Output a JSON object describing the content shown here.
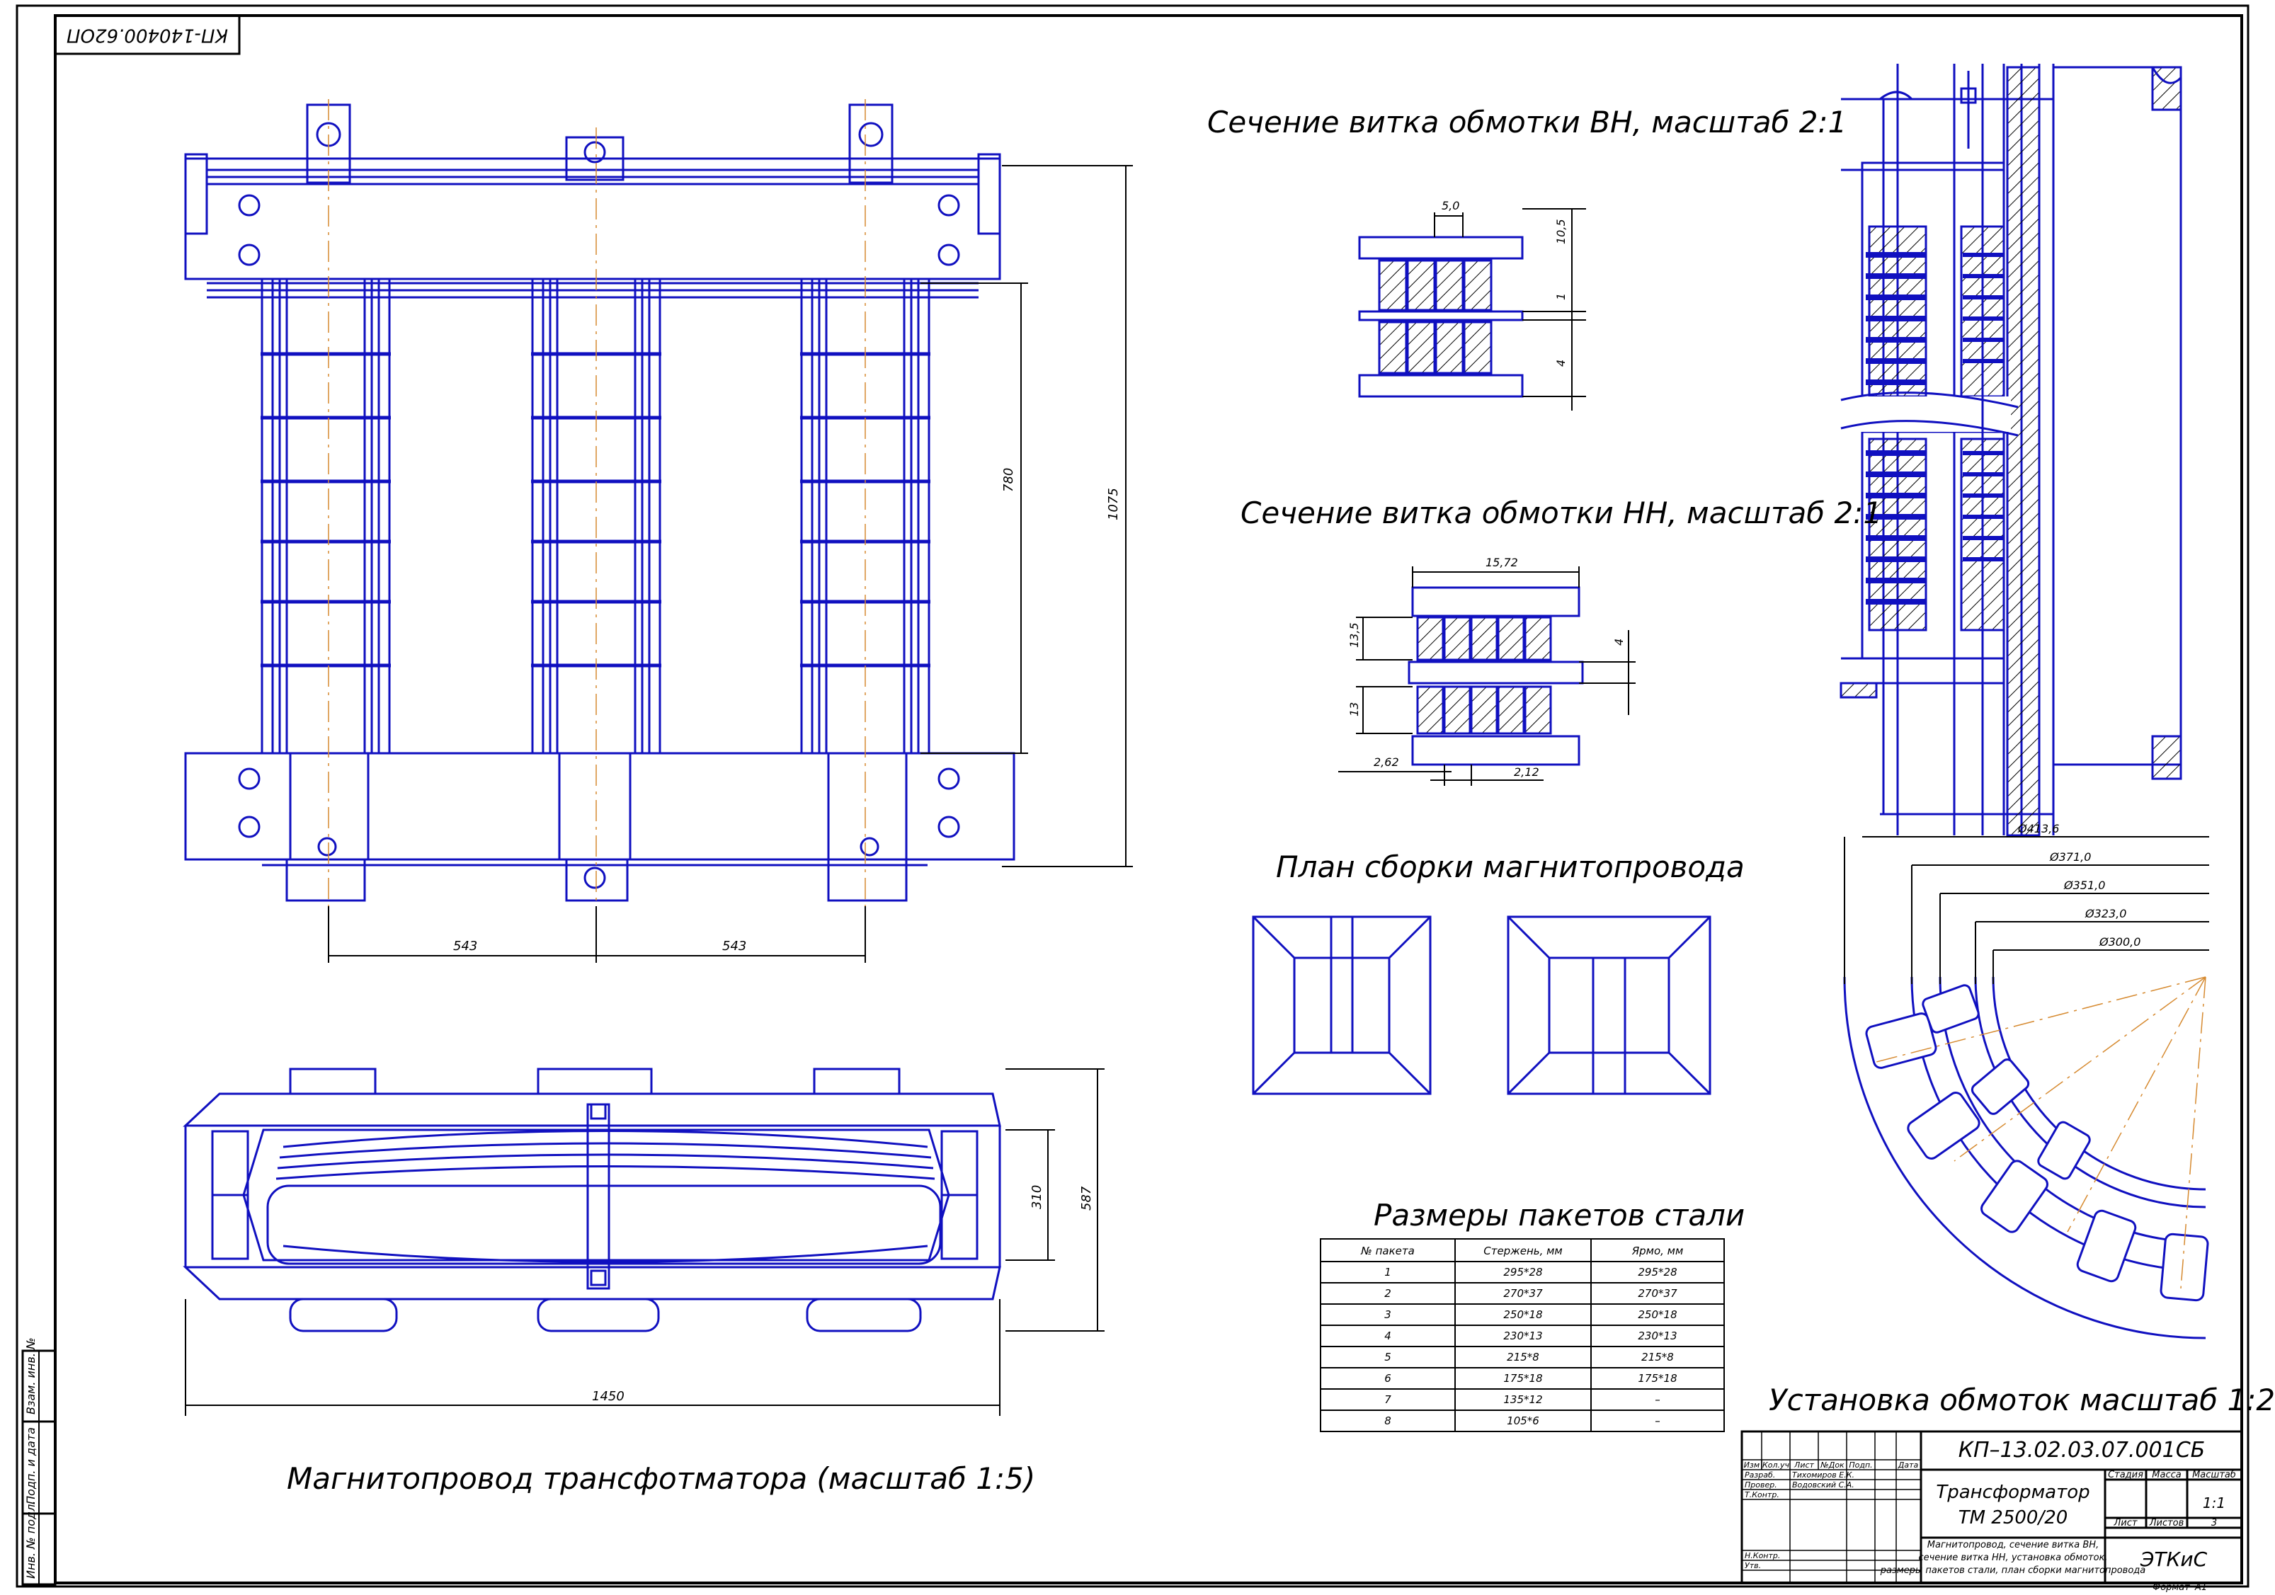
{
  "stamp_code_rotated": "КП-140400.62ОП",
  "titles": {
    "vn_section": "Сечение витка обмотки ВН, масштаб 2:1",
    "nn_section": "Сечение витка обмотки НН, масштаб 2:1",
    "assembly_plan": "План сборки магнитопровода",
    "packets_table": "Размеры пакетов стали",
    "windings_install": "Установка обмоток масштаб 1:2",
    "core": "Магнитопровод трансфотматора (масштаб 1:5)"
  },
  "dimensions": {
    "core_height_total": "1075",
    "core_window_height": "780",
    "core_pitch_left": "543",
    "core_pitch_right": "543",
    "plan_width": "1450",
    "plan_depth_inner": "310",
    "plan_depth_outer": "587",
    "vn_width": "5,0",
    "vn_top": "10,5",
    "vn_gap": "1",
    "vn_bottom": "4",
    "nn_width": "15,72",
    "nn_h1": "13,5",
    "nn_h2": "13",
    "nn_gap": "4",
    "nn_w1": "2,62",
    "nn_w2": "2,12",
    "diam_1": "Ø413,6",
    "diam_2": "Ø371,0",
    "diam_3": "Ø351,0",
    "diam_4": "Ø323,0",
    "diam_5": "Ø300,0"
  },
  "packets_table": {
    "headers": [
      "№ пакета",
      "Стержень, мм",
      "Ярмо, мм"
    ],
    "rows": [
      [
        "1",
        "295*28",
        "295*28"
      ],
      [
        "2",
        "270*37",
        "270*37"
      ],
      [
        "3",
        "250*18",
        "250*18"
      ],
      [
        "4",
        "230*13",
        "230*13"
      ],
      [
        "5",
        "215*8",
        "215*8"
      ],
      [
        "6",
        "175*18",
        "175*18"
      ],
      [
        "7",
        "135*12",
        "–"
      ],
      [
        "8",
        "105*6",
        "–"
      ]
    ]
  },
  "side_stamp": [
    "Инв. № подл.",
    "Подп. и дата",
    "Взам. инв. №"
  ],
  "title_block": {
    "designation": "КП–13.02.03.07.001СБ",
    "name_line1": "Трансформатор",
    "name_line2": "ТМ 2500/20",
    "desc_line1": "Магнитопровод, сечение витка ВН,",
    "desc_line2": "сечение витка НН, установка обмоток,",
    "desc_line3": "размеры пакетов стали, план сборки магнитопровода",
    "org": "ЭТКиС",
    "format_label": "Формат",
    "format_value": "А1",
    "col_heads": [
      "Изм",
      "Кол.уч",
      "Лист",
      "№Док",
      "Подп.",
      "Дата"
    ],
    "roles": [
      "Разраб.",
      "Провер.",
      "Т.Контр.",
      "Н.Контр.",
      "Утв."
    ],
    "developer": "Тихомиров Е.К.",
    "checker": "Водовский С.А.",
    "stage_label": "Стадия",
    "mass_label": "Масса",
    "scale_label": "Масштаб",
    "scale_value": "1:1",
    "sheet_label": "Лист",
    "sheets_label": "Листов",
    "sheets_value": "3"
  }
}
